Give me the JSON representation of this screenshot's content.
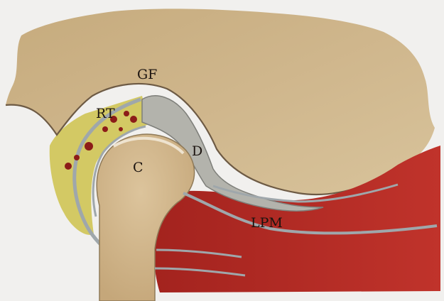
{
  "figure": {
    "labels": {
      "gf": "GF",
      "rt": "RT",
      "d": "D",
      "c": "C",
      "lpm": "LPM"
    }
  },
  "colors": {
    "paper": "#f1f0ee",
    "bone": "#cdb286",
    "bone_shadow": "#b99a6c",
    "condyle": "#d2b98f",
    "disc": "#b3b3ac",
    "muscle": "#b32a24",
    "muscle_dark": "#8f1e1a",
    "retrodiscal": "#d3c964",
    "capsule_line": "#6d5a44",
    "fascia": "#9fa7ab",
    "vessel": "#8c1c18"
  }
}
